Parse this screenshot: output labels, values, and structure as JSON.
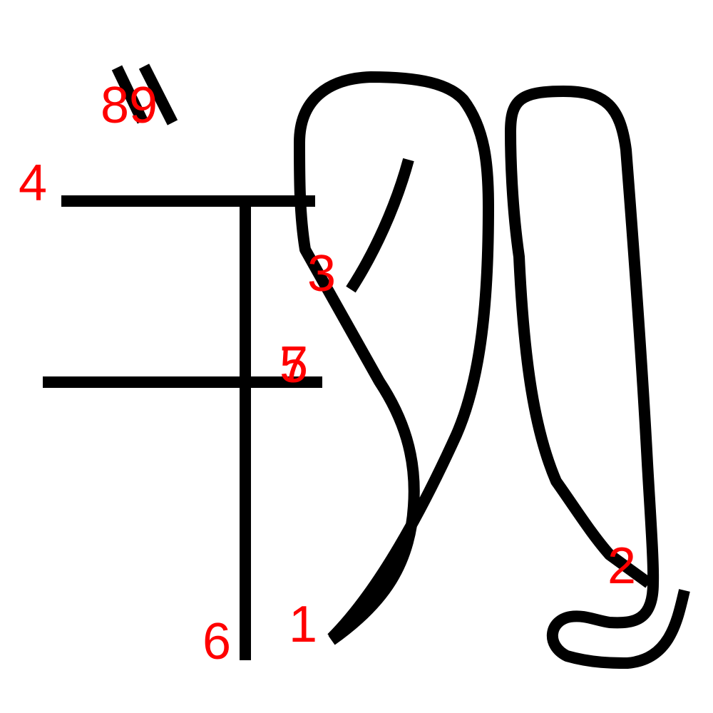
{
  "colors": {
    "stroke": "#000000",
    "label": "#ff0000",
    "background": "#ffffff"
  },
  "strokes": [
    {
      "order": "1",
      "label": "1"
    },
    {
      "order": "2",
      "label": "2"
    },
    {
      "order": "3",
      "label": "3"
    },
    {
      "order": "4",
      "label": "4"
    },
    {
      "order": "5",
      "label": "5"
    },
    {
      "order": "6",
      "label": "6"
    },
    {
      "order": "7",
      "label": "7"
    },
    {
      "order": "8",
      "label": "8"
    },
    {
      "order": "9",
      "label": "9"
    }
  ]
}
